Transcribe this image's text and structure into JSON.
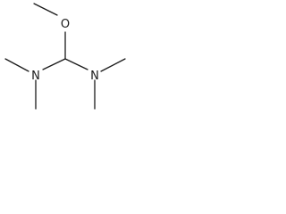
{
  "molecule": {
    "atoms": {
      "oxygen": "O",
      "nitrogen_left": "N",
      "nitrogen_right": "N"
    }
  }
}
